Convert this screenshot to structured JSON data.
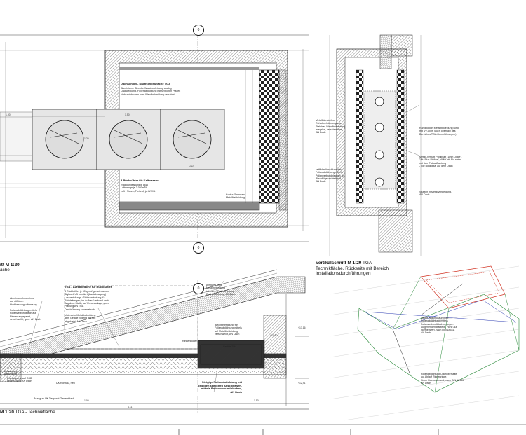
{
  "axis_marker": "0",
  "plan": {
    "title_bold": "Dachschnitt - Dachschließfläche TGA",
    "title_text": "Aluminium - Blechbe-Wandbekleidung analog\nDachdeckung, Folienabdichtung mit seitlichen Putzen\nVerbundblechen oder Wandbekleidung verzahnt",
    "cooler_bold": "3 Rückkühler für Kaltwasser",
    "cooler_text": "Rückkühlleistung je 8kW\nLuftmenge je 3.000m³/h\nLuft | Strom (Freifeld) je 4kW/A",
    "kontur": "Kontur Überstand\nMetallbekleidung",
    "dims": {
      "top": "1.50",
      "mid": "1.00",
      "left": "1.20",
      "width": "4.60"
    },
    "caption_bold": "itt M 1:20",
    "caption_text": "äche"
  },
  "vsection": {
    "left_note": "Metallblende über\nRohrdurchführungen in\nStahlbau-Wandbekleidung\nintegriert, verschweißen,\nAN Dach",
    "left_note2": "seitliche Anschluss des\nFolienabdichtung mittels\nPolienverbundblechen an\nBlechflügelverbleibend,\nAN Dach",
    "right_note1": "Randbord in Metallbekleidung ründ\nmit UV-Clips (auch oberhalb des\nBereiches TGA-Durchführungen)",
    "right_note2": "Metall-Verbatt Profilblatt (1mm Dicke),\n\"Alu Plus Pielloe\", Will/Katt, Alu natur\nmit fixer Falzaufkantung\n- wie horizontal auf dem Dach",
    "right_note3": "Stutzen in Metallverkleidung,\nAN Dach",
    "caption_bold": "Vertikalschnitt M 1:20",
    "caption_text": "TGA -\nTechnikfläche, Rückseite mit Bereich\nInstallationsdurchführungen"
  },
  "longsection": {
    "note_left1": "Aluminium-Innenrinne\nauf stiftbiem\nHochleistungsdämmung",
    "note_left2": "Folienabdichtung mittels\nFolienverbundblech auf\nRinnen angepasst,\nverschweißt, gem. AN Dach",
    "note_main_bold": "TGA - Aufstellfläche für Rückkühler",
    "note_main": "3 Rückkühler je 50kg auf gemeinsamen\nBigfoot-Fuß montiert (Lastabtragung)\nLastverteilungs-/Stützvorrichtung für\nRohrleitungen, im Aufbau Verbund nach\nAngaben Statik, auf Kreuzauflage, gem.\nPlanung AN TGA\nDurchführung schematisch",
    "note_main2": "Unterseite Metallbekleidung\ndem Gefälle folgend mit voll\nabgeklebt, AN Dach",
    "note_right1": "Abstufen links:\nMetallbekleidung\ninklusive, Profilen analog\nDachbekleidung, AN Dach",
    "note_right2": "Blechbefestigung für\nFolienabdichtung mittels\nauf Metallbekleidung\nverschweißt, AN Dach",
    "note_right3": "Gefälle 2%",
    "note_bottom_bold": "Steigige Folienabdichtung mit\nbeidigen seitlichen Anschlüssen,\nmittels Polienverbundblechen,\nAN Dach",
    "note_tiny1": "Aufkantung\nAbdichtung",
    "note_tiny2": "Rinnenboden",
    "note_tiny3": "Dampfsperre auf OSB\nEbene, gem. AN Dach",
    "uk_label": "UK Rohbau, neu",
    "level1": "+13,16",
    "level2": "+12,91",
    "level3": "+10,60",
    "span_bottom": "Bezug zu UK Tiefpunkt Gesamtdach",
    "dim_a": "4.11",
    "dim_b": "1.50",
    "dim_c": "1.00",
    "caption_bold": "M 1:20",
    "caption_text": "TGA - Technikfläche"
  },
  "iso": {
    "note1": "lastige Anschlussung der\nFolienabdichtung mittels\nFolienverbundblechen gegen\naufgehenden Bauteile, Höhe auf\nNormenwert, nach DIN 18531,\nAN Dach",
    "note2": "Folienabdichtung Dachoberseite\nauf Ablauf Rinnenringe,\nfürber Dachoberrand, nach DIN 18336,\nAN Dach"
  }
}
